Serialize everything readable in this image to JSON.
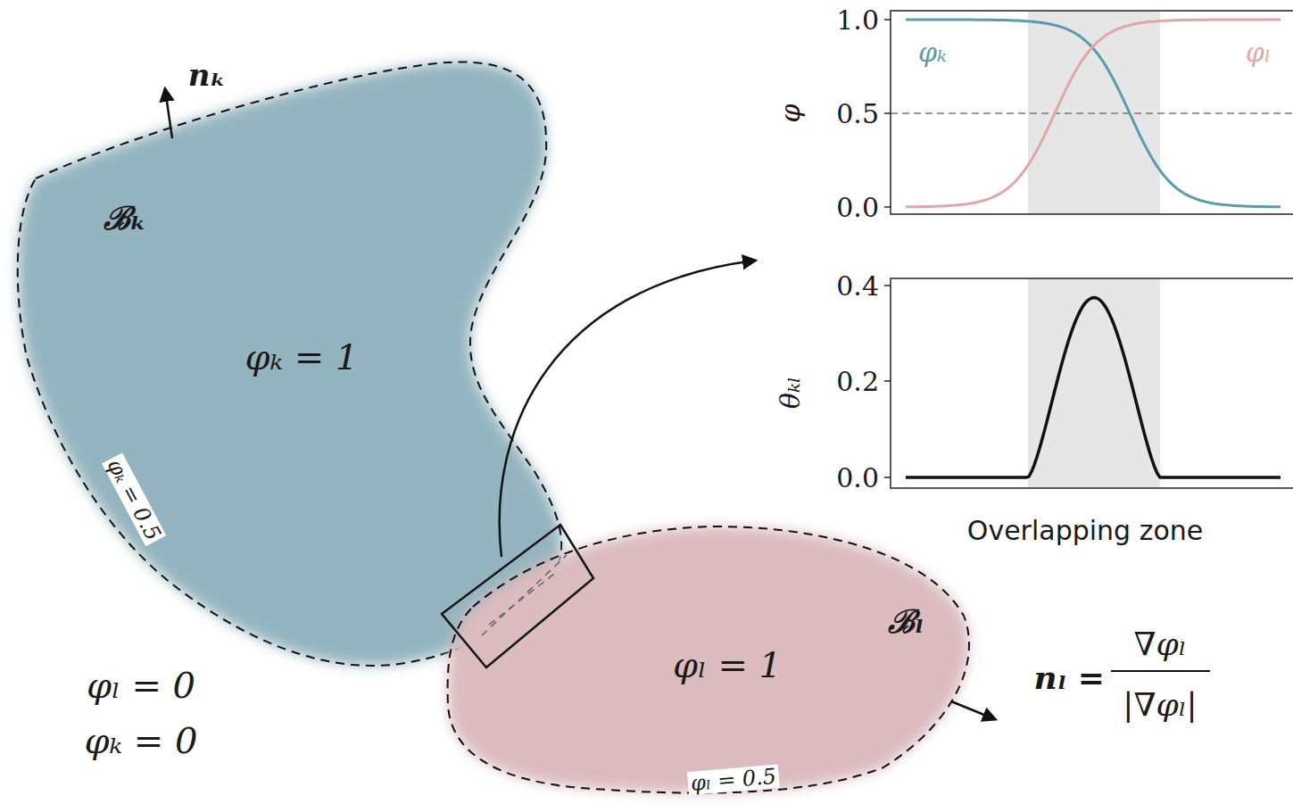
{
  "diagram": {
    "nodes": [
      {
        "text": [
          "ℬₖ",
          "φₖ = 1",
          "φₖ = 0.5",
          "nₖ"
        ]
      },
      {
        "text": [
          "ℬₗ",
          "φₗ = 1",
          "φₗ = 0.5"
        ]
      }
    ],
    "labels": [
      "φₗ = 0",
      "φₖ = 0",
      "nₗ =",
      "∇φₗ",
      "|∇φₗ|",
      "1.0",
      "0.5",
      "0.0",
      "φ",
      "φₖ",
      "φₗ",
      "0.4",
      "0.2",
      "0.0",
      "θₖₗ",
      "Overlapping zone"
    ]
  }
}
